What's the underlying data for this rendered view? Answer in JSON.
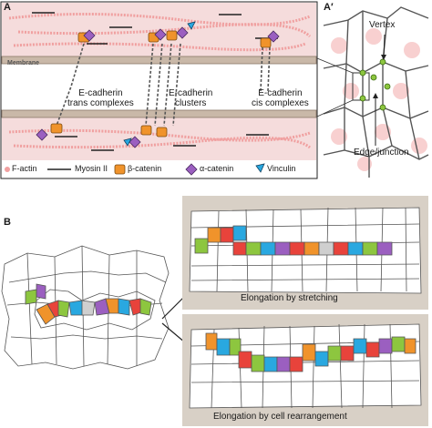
{
  "panel_a": {
    "label": "A",
    "membrane": "Membrane",
    "trans": [
      "E-cadherin",
      "trans complexes"
    ],
    "clusters": [
      "E-cadherin",
      "clusters"
    ],
    "cis": [
      "E-cadherin",
      "cis complexes"
    ]
  },
  "legend": {
    "factin": "F-actin",
    "myosin": "Myosin II",
    "bcat": "β-catenin",
    "acat": "α-catenin",
    "vinculin": "Vinculin"
  },
  "panel_a_prime": {
    "label": "A′",
    "vertex": "Vertex",
    "edge": "Edge/junction"
  },
  "panel_b": {
    "label": "B",
    "stretch": "Elongation by stretching",
    "rearr": "Elongation by cell rearrangement"
  },
  "colors": {
    "orange": "#f0932b",
    "green": "#8dc63f",
    "red": "#e8433b",
    "purple": "#9b5fc0",
    "cyan": "#29a8e0",
    "blue": "#3b6fc4",
    "gray": "#cfcfcf",
    "pink": "#f6d3d3",
    "tan": "#d8d0c6"
  }
}
